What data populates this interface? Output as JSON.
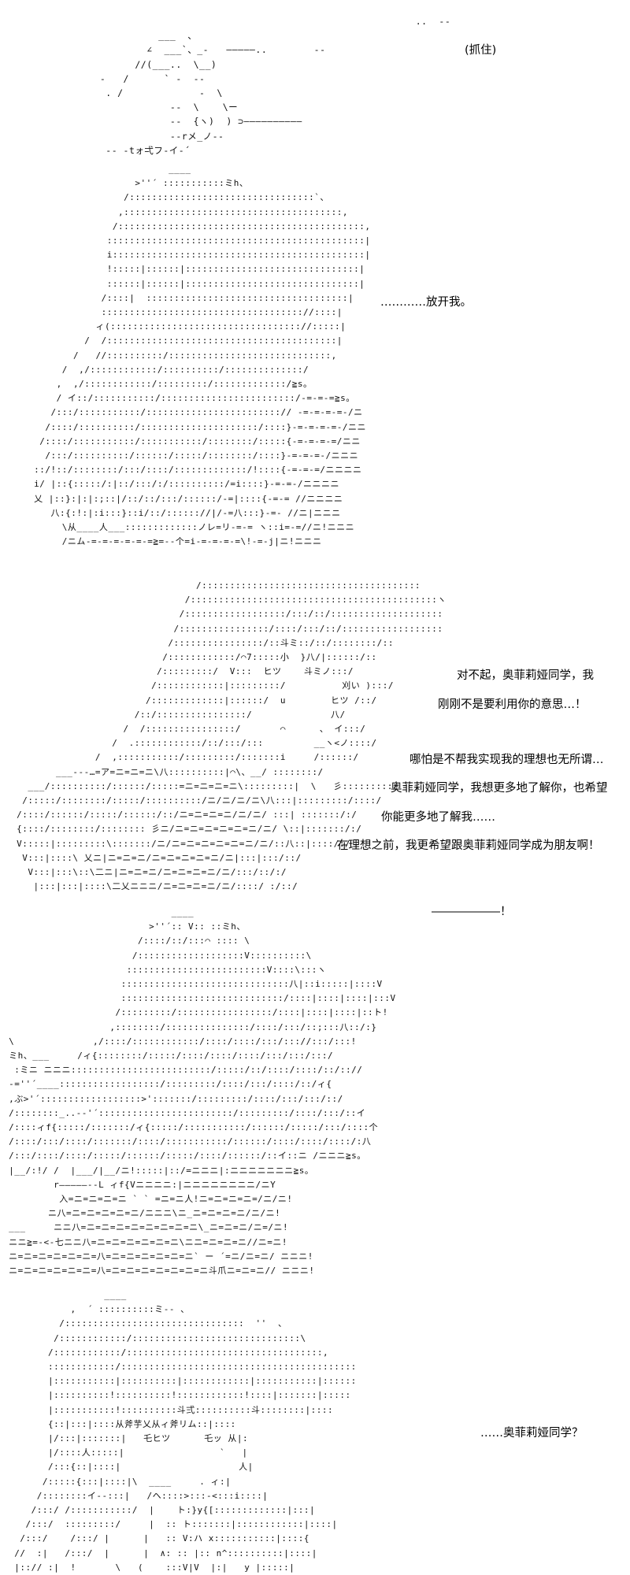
{
  "panels": [
    {
      "art": [
        "                                                        ..  --",
        "            ___  、",
        "          ∠  ___`、_-   ―――――..        --",
        "        //(___..  \\__)",
        "  -   /      ` -  --",
        "   . /             -  \\",
        "              --  \\    \\ー",
        "              --  {ヽ)  ) ⊃――――――――――",
        "              --rメ_ノ--",
        "   -- -tォ弌フ-イ-´"
      ],
      "dialogue": [
        "(抓住)"
      ]
    },
    {
      "art": [
        "                         ____",
        "                   >''´ :::::::::::ミh、",
        "                 /:::::::::::::::::::::::::::::::::`、",
        "                ,:::::::::::::::::::::::::::::::::::::::,",
        "               /::::::::::::::::::::::::::::::::::::::::::::,",
        "              ::::::::::::::::::::::::::::::::::::::::::::::|",
        "              i:::::::::::::::::::::::::::::::::::::::::::::|",
        "              !:::::|::::::|:::::::::::::::::::::::::::::::|",
        "              ::::::|::::::|:::::::::::::::::::::::::::::::|",
        "             /::::|  ::::::::::::::::::::::::::::::::::::|",
        "             :::::::::::::::::::::::::::::::::::://::::|",
        "            ィ(:::::::::::::::::::::::::::::::::://:::::|",
        "          /  /:::::::::::::::::::::::::::::::::::::::::|",
        "        /   //::::::::::/:::::::::::::::::::::::::::::,",
        "      /  ,/::::::::::::/::::::::::/::::::::::::::/",
        "     ,  ,/::::::::::::/:::::::::/:::::::::::::/≧s。",
        "     / イ::/:::::::::::/::::::::::::::::::::::::/-=-=-=≧s。",
        "    /:::/:::::::::::/::::::::::::::::::::::::// -=-=-=-=-/ニ",
        "   /::::/::::::::::/:::::::::::::::::::::/::::}-=-=-=-=-/ニニ",
        "  /::::/:::::::::::/:::::::::::/::::::::/:::::{-=-=-=-=/ニニ",
        "   /:::/::::::::::/::::::/:::::/::::::::/::::}-=-=-=-/ニニニ",
        " ::/!::/::::::::/:::/::::/:::::::::::::/!::::{-=-=-=/ニニニニ",
        " i/ |::{:::::/:|::/:::/:/::::::::::/=i::::}-=-=-/ニニニニ",
        " 乂 |::}:|:|:;::|/::/::/:::/::::::/-=|::::{-=-= //ニニニニ",
        "    八:{:!:|:i:::}::i/::/:::::://|/-=八:::}-=- //ニ|ニニニ",
        "      \\从____人___:::::::::::::ノレ=リ-=-= ヽ::i=-=//ニ!ニニニ",
        "      /ニム-=-=-=-=-=-=≧=--个=i-=-=-=-=\\!-=-j|ニ!ニニニ"
      ],
      "dialogue": [
        "…………放开我。"
      ]
    },
    {
      "art": [
        "                                 /:::::::::::::::::::::::::::::::::::::::",
        "                               /::::::::::::::::::::::::::::::::::::::::::::ヽ",
        "                              /::::::::::::::::::/:::/::/::::::::::::::::::::",
        "                             /::::::::::::::::/::::/:::/::/::::::::::::::::::",
        "                            /::::::::::::::::/::斗ミ::/::/::::::::/::",
        "                           /::::::::::::/⌒7:::::小  }八/|::::::/::",
        "                          /:::::::::/  V:::  ヒツ    斗ミノ:::/",
        "                         /::::::::::::|:::::::::/          刈い ):::/",
        "                        /:::::::::::::|::::::/  u        ヒツ /::/",
        "                      /::/::::::::::::::::/              八/",
        "                    /  /::::::::::::::::/       ⌒      、 イ:::/",
        "                  /  .::::::::::::/::/:::/:::         __ヽ<ノ::::/",
        "               /  ,:::::::::::/:::::::::/:::::::i     /::::::/",
        "        ___--‐…=ア=ニ=ニ=ニ\\八::::::::::|⌒\\、__/ ::::::::/",
        "   ___/::::::::::/::::::/:::::=ニ=ニ=ニ=ニ\\:::::::::|  \\   彡:::::::::/",
        "  /:::::/::::::::/:::::/::::::::::/ニ/ニ/ニ/ニ\\八:::|:::::::::/::::/",
        " /::::/::::::/:::::/::::::/::/ニ=ニ=ニ=ニ/ニ/ニ/ :::| :::::::/:/",
        " {::::/::::::::/:::::::: 彡ニ/ニ=ニ=ニ=ニ=ニ=ニ/ニ/ \\::|:::::::/:/",
        " V:::::|:::::::::\\:::::::/ニ/ニ=ニ=ニ=ニ=ニ=ニ/ニ/::八::|::::/:/",
        "  V:::|::::\\ 乂ニ|ニ=ニ=ニ/ニ=ニ=ニ=ニ=ニ/ニ|:::|:::/::/",
        "   V:::|:::\\::\\二ニ|ニ=ニ=ニ/ニ=ニ=ニ=ニ/ニ/:::/::/:/",
        "    |:::|:::|::::\\二乂ニニニ/ニ=ニ=ニ=ニ/ニ/::::/ :/::/"
      ],
      "dialogue": [
        "对不起，奥菲莉娅同学，我",
        "刚刚不是要利用你的意思…！",
        "哪怕是不帮我实现我的理想也无所谓…",
        "奥菲莉娅同学，我想更多地了解你，也希望",
        "你能更多地了解我……",
        "在理想之前，我更希望跟奥菲莉娅同学成为朋友啊！"
      ]
    },
    {
      "art": [
        "                              ____",
        "                          >''´:: V:: ::ミh、",
        "                        /::::/::/:::⌒ :::: \\",
        "                       /:::::::::::::::::::V::::::::::\\",
        "                      :::::::::::::::::::::::::V::::\\:::ヽ",
        "                     ::::::::::::::::::::::::::::::八|::i:::::|::::V",
        "                     :::::::::::::::::::::::::::::/::::|::::|::::|:::V",
        "                    /:::::::::/:::::::::::::::::/::::|::::|::::|::ト!",
        "                   ,::::::::/:::::::::::::::/::::/:::/::;:::八::/:}",
        " \\              ,/::::/::::::::::::/::::/::::/:::/::://:::/:::!",
        " ミh、___     /ィ{::::::::/:::::/::::/::::/::::/:::/:::/:::/",
        "  :ミニ ニニニ:::::::::::::::::::::::::/:::::/::/::::/::::/::/:://",
        " -=''´____::::::::::::::::::/:::::::::/::::/:::/::::/::/ィ{",
        " ,ぶ>'´::::::::::::::::::>':::::::/:::::::::/::::/:::/:::/::/",
        " /::::::::_..-‐'´::::::::::::::::::::::::/:::::::::/::::/:::/::イ",
        " /::::ィf{:::::/:::::::/ィ{:::::/:::::::::::/::::::/:::::/:::/::::个",
        " /::::/:::/::::/:::::::/::::/:::::::::::/::::::/::::/::::/::::/:八",
        " /:::/::::/::::/:::::/::::::/:::::/::::/::::::/::イ::ニ /ニニニ≧s。",
        " |__/:!/ /  |___/|__/ニ!:::::|::/=ニニニ|:ニニニニニニニ≧s。",
        "         r―――――--L ィf{Vニニニニ:|ニニニニニニニニ/ニY",
        "          入=ニ=ニ=ニ=ニ ` ` =ニ=ニ人!ニ=ニ=ニ=ニ=/ニ/ニ!",
        "        ニ八=ニ=ニ=ニ=ニ=ニ/ニニニ\\ニ_ニ=ニ=ニ=ニ/ニ/ニ!",
        " ___     ニニ八=ニ=ニ=ニ=ニ=ニ=ニ=ニ=ニ\\_ニ=ニ=ニ/ニ=/ニ!",
        " ニニ≧=-<-七ニニ八=ニ=ニ=ニ=ニ=ニ=ニ\\ニニ=ニ=ニ=ニ//ニ=ニ!",
        " ニ=ニ=ニ=ニ=ニ=ニ=八=ニ=ニ=ニ=ニ=ニ=ニ` ー ´=ニ/ニ=ニ/ ニニニ!",
        " ニ=ニ=ニ=ニ=ニ=ニ=八=ニ=ニ=ニ=ニ=ニ=ニ=ニ斗爪ニ=ニ=ニ// ニニニ!"
      ],
      "dialogue": [
        "――――――！"
      ]
    },
    {
      "art": [
        "                  ____",
        "            ,  ´ ::::::::::ミ-- 、",
        "          /::::::::::::::::::::::::::::::::  ''  、",
        "         /::::::::::::/::::::::::::::::::::::::::::::\\",
        "        /::::::::::::/:::::::::::::::::::::::::::::::::::,",
        "        ::::::::::::/::::::::::::::::::::::::::::::::::::::::::",
        "        |:::::::::::|::::::::::|::::::::::::|:::::::::::|::::::",
        "        |::::::::::!::::::::::!::::::::::::!::::|:::::::|:::::",
        "        |:::::::::::!::::::::::斗弍::::::::::斗::::::::|::::",
        "        {::|:::|::::从斧芋乂从ィ斧リム::|::::",
        "        |/:::|:::::::|   乇ヒツ      乇ッ 从|:",
        "        |/::::人:::::|                 `   |",
        "        /:::{::|::::|                     人|",
        "       /:::::{:::|::::|\\  ____     . ィ:|",
        "      /::::::::イ-‐:::|   /ヘ::::>:::-<:::i::::|",
        "     /:::/ /:::::::::::/  |    ト:}y{[:::::::::::::|:::|",
        "    /:::/  :::::::::/     |  :: ト:::::::|::::::::::::|::::|",
        "   /:::/    /:::/ |      |   :: V:ハ x:::::::::::|::::{",
        "  //  :|   /:::/  |      |  ∧: :: |:: n^::::::::::|::::|",
        "  |::// :|  !       \\   (    :::V|V  |:|   y |:::::|"
      ],
      "dialogue": [
        "……奥菲莉娅同学？"
      ]
    }
  ]
}
